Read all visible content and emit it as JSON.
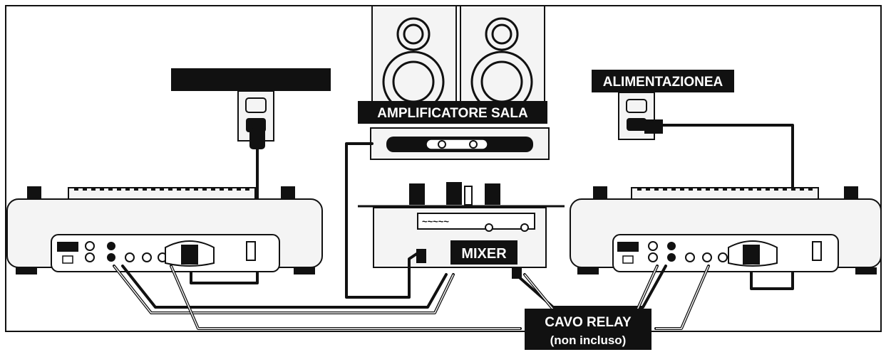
{
  "labels": {
    "outlet_left": "",
    "outlet_right": "ALIMENTAZIONEA",
    "amplifier": "AMPLIFICATORE SALA",
    "mixer": "MIXER",
    "relay_cable_line1": "CAVO RELAY",
    "relay_cable_line2": "(non incluso)"
  },
  "colors": {
    "ink": "#111111",
    "paper": "#ffffff"
  }
}
